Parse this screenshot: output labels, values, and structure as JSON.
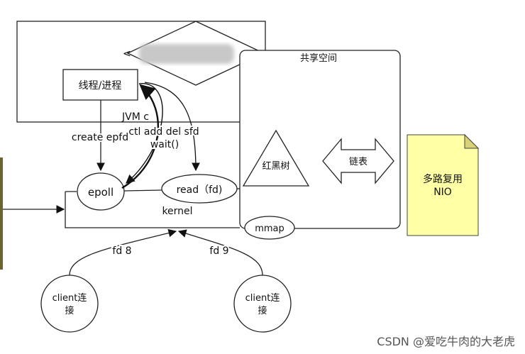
{
  "diagram": {
    "jvm_label": "JVM c",
    "thread_label": "线程/进程",
    "shared_space_label": "共享空间",
    "red_black_tree_label": "红黑树",
    "linked_list_label": "链表",
    "create_epfd_label": "create epfd",
    "ctl_label": "ctl add del sfd",
    "wait_label": "wait()",
    "epoll_label": "epoll",
    "read_label": "read（fd)",
    "kernel_label": "kernel",
    "mmap_label": "mmap",
    "fd8_label": "fd 8",
    "fd9_label": "fd 9",
    "client_left_line1": "client连",
    "client_left_line2": "接",
    "client_right_line1": "client连",
    "client_right_line2": "接",
    "note_line1": "多路复用",
    "note_line2": "NIO"
  },
  "watermark": "CSDN @爱吃牛肉的大老虎",
  "colors": {
    "note_fill": "#ffffa6",
    "note_fold": "#d8d27a",
    "stroke": "#222222",
    "left_bar": "#6b6430",
    "blur": "#c8c8c8"
  }
}
